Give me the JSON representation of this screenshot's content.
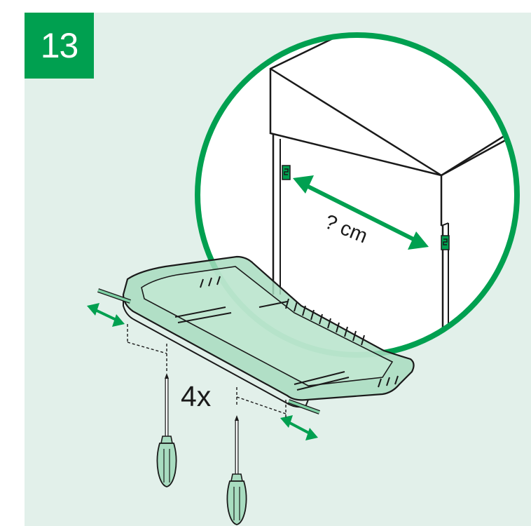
{
  "step": {
    "number": "13"
  },
  "labels": {
    "quantity": "4x",
    "measurement": "? cm"
  },
  "colors": {
    "accent": "#00a050",
    "panel_background": "#e2f0ea",
    "shelf_fill": "#a8dcc0",
    "line": "#1a1a1a"
  },
  "icons": [
    "screwdriver-icon",
    "screwdriver-icon",
    "double-arrow-icon",
    "mounting-bracket-icon"
  ]
}
